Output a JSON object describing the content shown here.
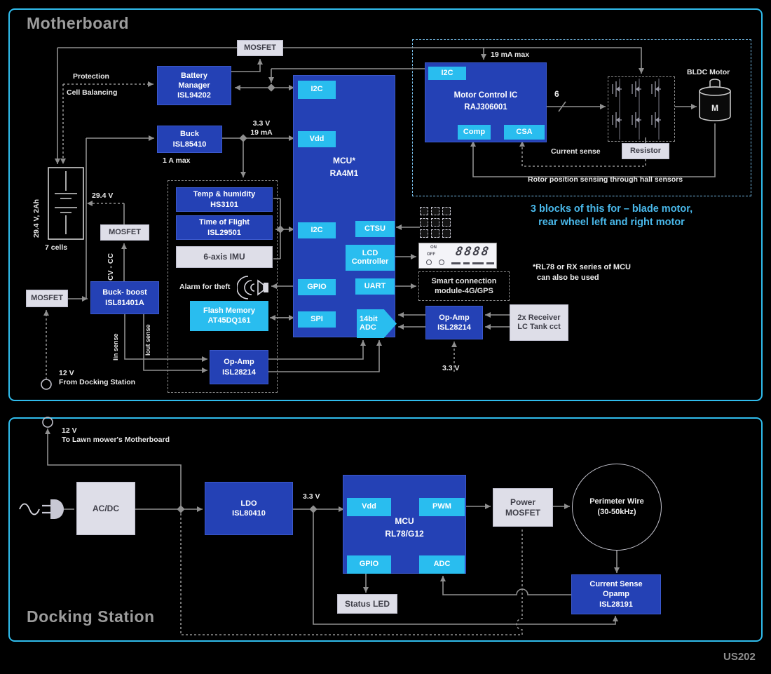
{
  "palette": {
    "block_blue": "#2441b5",
    "port_cyan": "#29bdef",
    "module_gray": "#dedee8",
    "wire_gray": "#8f8f8f",
    "panel_border": "#30bcec",
    "note_blue": "#49b8ea"
  },
  "footer_code": "US202",
  "mb": {
    "title": "Motherboard",
    "mosfet_top": "MOSFET",
    "bm": {
      "l1": "Battery",
      "l2": "Manager",
      "part": "ISL94202"
    },
    "protection": "Protection",
    "cell_balancing": "Cell Balancing",
    "buck": {
      "name": "Buck",
      "part": "ISL85410",
      "max": "1 A max"
    },
    "rail": {
      "v": "3.3 V",
      "i": "19 mA"
    },
    "battery": {
      "rating": "29.4 V, 2Ah",
      "cells": "7 cells",
      "v": "29.4 V"
    },
    "mosfet_batt": "MOSFET",
    "cvcc": "CV - CC",
    "buckboost": {
      "name": "Buck- boost",
      "part": "ISL81401A"
    },
    "mosfet_in": "MOSFET",
    "dock_in": {
      "v": "12 V",
      "label": "From Docking Station"
    },
    "iin": "Iin sense",
    "iout": "Iout sense",
    "temp": {
      "name": "Temp & humidity",
      "part": "HS3101"
    },
    "tof": {
      "name": "Time of Flight",
      "part": "ISL29501"
    },
    "imu": "6-axis IMU",
    "alarm": "Alarm for theft",
    "flash": {
      "name": "Flash Memory",
      "part": "AT45DQ161"
    },
    "opamp1": {
      "name": "Op-Amp",
      "part": "ISL28214"
    },
    "mcu": {
      "name": "MCU*",
      "part": "RA4M1",
      "i2c_a": "I2C",
      "vdd": "Vdd",
      "i2c_b": "I2C",
      "gpio": "GPIO",
      "spi": "SPI",
      "ctsu": "CTSU",
      "lcd1": "LCD",
      "lcd2": "Controller",
      "uart": "UART",
      "adc1": "14bit",
      "adc2": "ADC"
    },
    "lcdp": {
      "on": "ON",
      "off": "OFF",
      "digits": "8888"
    },
    "smart": {
      "l1": "Smart connection",
      "l2": "module-4G/GPS"
    },
    "opamp2": {
      "name": "Op-Amp",
      "part": "ISL28214",
      "supply": "3.3 V"
    },
    "receiver": {
      "l1": "2x Receiver",
      "l2": "LC Tank cct"
    },
    "motor": {
      "in": "19 mA max",
      "ic": {
        "name": "Motor Control IC",
        "part": "RAJ306001",
        "i2c": "I2C",
        "comp": "Comp",
        "csa": "CSA"
      },
      "phases": "6",
      "resistor": "Resistor",
      "sense": "Current sense",
      "bldc": "BLDC Motor",
      "m": "M",
      "rotor": "Rotor position sensing through hall sensors"
    },
    "note": {
      "l1": "3 blocks of this for – blade motor,",
      "l2": "rear wheel left and right motor"
    },
    "fn": {
      "l1": "*RL78 or RX series of MCU",
      "l2": "can also be used"
    }
  },
  "ds": {
    "title": "Docking Station",
    "out": {
      "v": "12 V",
      "label": "To Lawn mower's Motherboard"
    },
    "acdc": "AC/DC",
    "ldo": {
      "name": "LDO",
      "part": "ISL80410"
    },
    "rail": "3.3 V",
    "mcu": {
      "name": "MCU",
      "part": "RL78/G12",
      "vdd": "Vdd",
      "pwm": "PWM",
      "gpio": "GPIO",
      "adc": "ADC"
    },
    "pmos": {
      "l1": "Power",
      "l2": "MOSFET"
    },
    "wire": {
      "l1": "Perimeter Wire",
      "l2": "(30-50kHz)"
    },
    "cso": {
      "l1": "Current Sense",
      "l2": "Opamp",
      "part": "ISL28191"
    },
    "led": "Status LED"
  }
}
